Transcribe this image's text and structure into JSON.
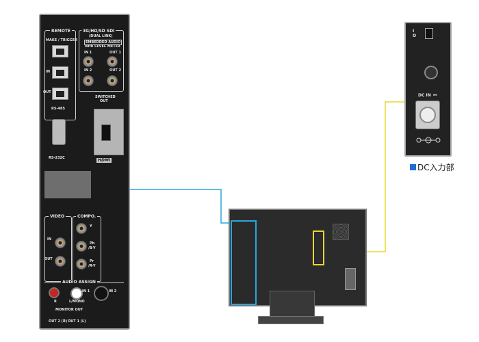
{
  "left_panel": {
    "remote": "REMOTE",
    "make_trigger": "MAKE / TRIGGER",
    "in": "IN",
    "out": "OUT",
    "rs485": "RS-485",
    "rs232c": "RS-232C",
    "sdi_title": "3G/HD/SD SDI",
    "dual_link": "(DUAL LINK)",
    "embedded_audio": "EMBEDDED AUDIO",
    "level_meter": "with LEVEL METER",
    "sdi_in1": "IN 1",
    "sdi_in2": "IN 2",
    "sdi_out1": "OUT 1",
    "sdi_out2": "OUT 2",
    "switched_out": "SWITCHED",
    "switched_out2": "OUT",
    "hdmi": "HDMI",
    "video": "VIDEO",
    "compo": "COMPO.",
    "video_in": "IN",
    "video_out": "OUT",
    "y": "Y",
    "pb": "Pb",
    "pb2": "/B-Y",
    "pr": "Pr",
    "pr2": "/R-Y",
    "audio_assign": "AUDIO ASSIGN",
    "in1": "IN 1",
    "in2": "IN 2",
    "r": "R",
    "l_mono": "L/MONO",
    "monitor_out": "MONITOR OUT",
    "out2": "OUT 2 (R)",
    "out1": "OUT 1 (L)"
  },
  "dc_panel": {
    "power_on": "I",
    "power_off": "O",
    "dc_in": "DC IN",
    "dc_symbol": "⎓"
  },
  "caption": "DC入力部",
  "colors": {
    "blue_callout": "#2ba6dc",
    "yellow_callout": "#e8d830",
    "caption_square": "#1f6fd0"
  }
}
